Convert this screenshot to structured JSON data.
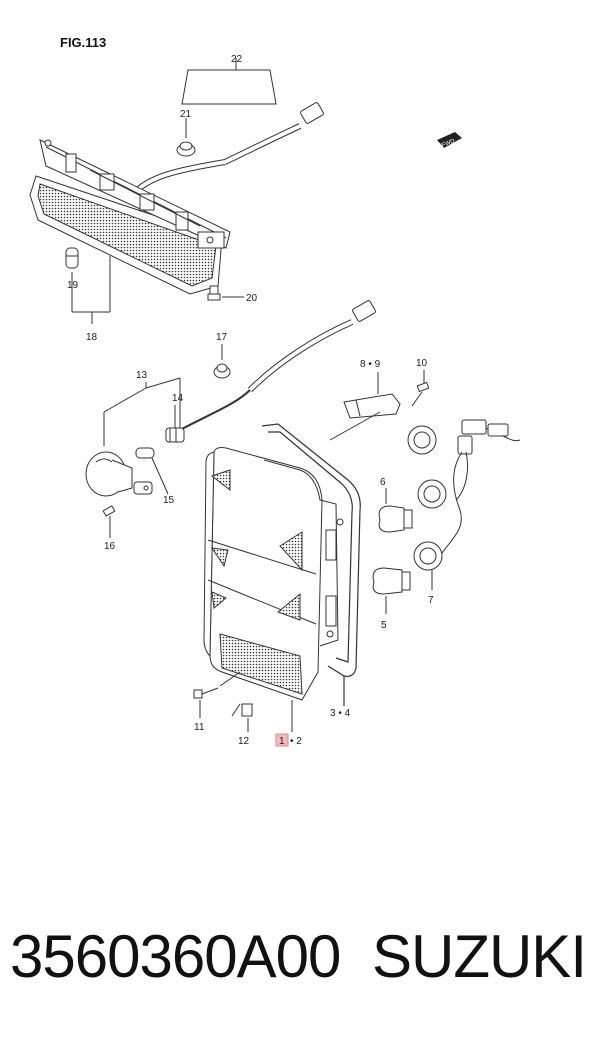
{
  "figure": {
    "title": "FIG.113"
  },
  "callouts": {
    "c22": "22",
    "c21": "21",
    "c19": "19",
    "c18": "18",
    "c20": "20",
    "c17": "17",
    "c13": "13",
    "c14": "14",
    "c15": "15",
    "c16": "16",
    "c89": "8 • 9",
    "c10": "10",
    "c6": "6",
    "c5": "5",
    "c7": "7",
    "c34": "3 • 4",
    "c11": "11",
    "c12": "12",
    "c1": "1",
    "c2": "• 2"
  },
  "fwd_badge": "FWD",
  "footer": {
    "part_number": "3560360A00",
    "brand": "SUZUKI"
  },
  "colors": {
    "line": "#333333",
    "highlight": "#f4b8c0"
  }
}
